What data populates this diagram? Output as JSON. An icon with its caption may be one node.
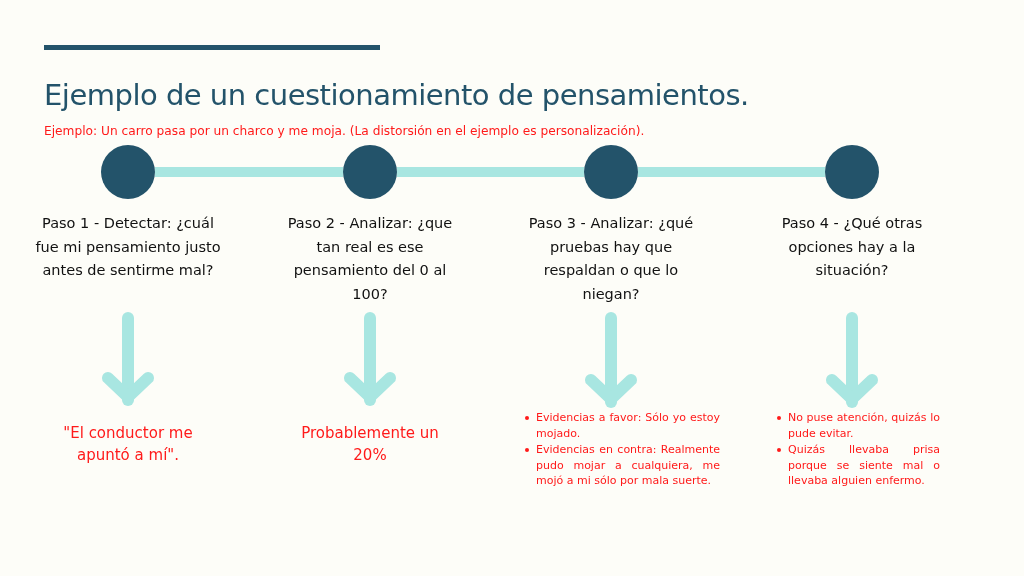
{
  "diagram": {
    "title": "Ejemplo de un cuestionamiento de pensamientos.",
    "nodes": [
      {
        "text": [],
        "shape": "circle"
      },
      {
        "text": [],
        "shape": "circle"
      },
      {
        "text": [],
        "shape": "circle"
      },
      {
        "text": [],
        "shape": "circle"
      },
      {
        "text": [
          "Paso 1 - Detectar: ¿cuál fue mi pensamiento justo antes de sentirme mal?"
        ]
      },
      {
        "text": [
          "Paso 2 - Analizar: ¿que tan real es ese pensamiento del 0 al 100?"
        ]
      },
      {
        "text": [
          "Paso 3 - Analizar: ¿qué pruebas hay que respaldan o que lo niegan?"
        ]
      },
      {
        "text": [
          "Paso 4 - ¿Qué otras opciones hay a la situación?"
        ]
      },
      {
        "text": [
          "\"El conductor me apuntó a mí\"."
        ]
      },
      {
        "text": [
          "Probablemente un 20%"
        ]
      },
      {
        "text": [
          "Evidencias a favor: Sólo yo estoy mojado.",
          "Evidencias en contra: Realmente pudo mojar a cualquiera, me mojó a mi sólo por mala suerte."
        ]
      },
      {
        "text": [
          "No puse atención, quizás lo pude evitar.",
          "Quizás llevaba prisa porque se siente mal o llevaba alguien enfermo."
        ]
      }
    ],
    "edges": [
      {
        "from": 0,
        "to": 1,
        "arrow": "none"
      },
      {
        "from": 1,
        "to": 2,
        "arrow": "none"
      },
      {
        "from": 2,
        "to": 3,
        "arrow": "none"
      },
      {
        "from": 4,
        "to": 8,
        "arrow": "to"
      },
      {
        "from": 5,
        "to": 9,
        "arrow": "to"
      },
      {
        "from": 6,
        "to": 10,
        "arrow": "to"
      },
      {
        "from": 7,
        "to": 11,
        "arrow": "to"
      }
    ],
    "labels": [
      "Ejemplo: Un carro pasa por un charco y me moja. (La distorsión en el ejemplo es personalización)."
    ]
  }
}
